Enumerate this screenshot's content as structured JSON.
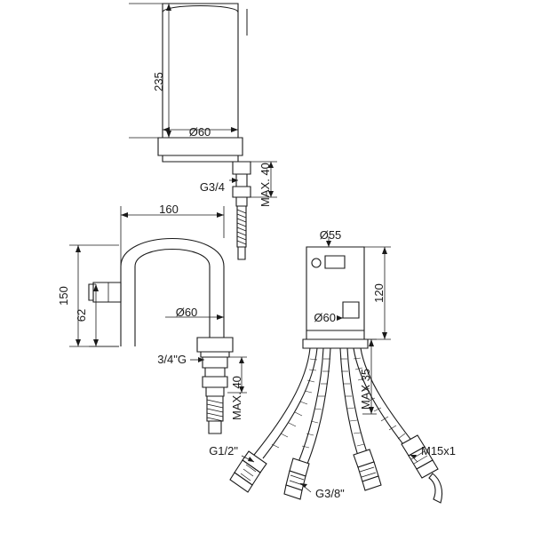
{
  "diagram": {
    "title": "Technical dimension drawing of a deck-mounted tap set",
    "type": "technical-line-drawing",
    "units": "mm",
    "line_color": "#1a1a1a",
    "fill_color": "#ffffff",
    "background": "#ffffff"
  },
  "labels": {
    "spout_height": "235",
    "spout_diameter_top": "Ø60",
    "thread_top": "G3/4",
    "max_top": "MAX. 40",
    "reach": "160",
    "height_total": "150",
    "height_inner": "62",
    "diameter_mid": "Ø60",
    "thread_mid": "3/4\"G",
    "max_mid": "MAX. 40",
    "diameter_body_top": "Ø55",
    "diameter_body_bottom": "Ø60",
    "body_height": "120",
    "max_body": "MAX 35",
    "hose_thread_left": "G1/2\"",
    "hose_thread_center": "G3/8\"",
    "hose_thread_right": "M15x1"
  }
}
